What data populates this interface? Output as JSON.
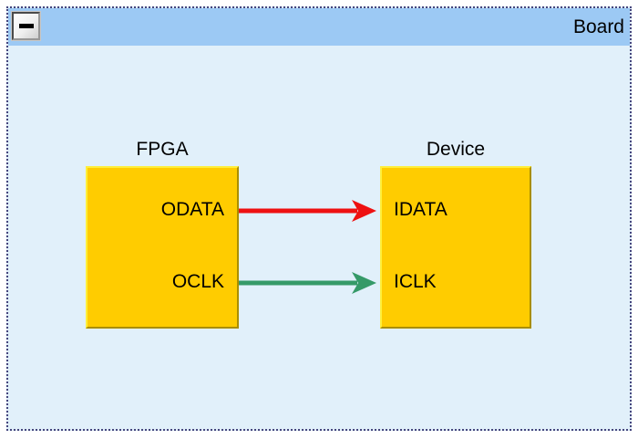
{
  "window": {
    "title": "Board",
    "collapse_icon": "minus-icon"
  },
  "diagram": {
    "blocks": [
      {
        "id": "fpga",
        "label": "FPGA",
        "ports": [
          {
            "name": "ODATA",
            "side": "right"
          },
          {
            "name": "OCLK",
            "side": "right"
          }
        ]
      },
      {
        "id": "device",
        "label": "Device",
        "ports": [
          {
            "name": "IDATA",
            "side": "left"
          },
          {
            "name": "ICLK",
            "side": "left"
          }
        ]
      }
    ],
    "connections": [
      {
        "from": "FPGA.ODATA",
        "to": "Device.IDATA",
        "color": "#ee1111"
      },
      {
        "from": "FPGA.OCLK",
        "to": "Device.ICLK",
        "color": "#359a68"
      }
    ]
  },
  "colors": {
    "header": "#9cc9f4",
    "canvas": "#e1f0fa",
    "border_dots": "#45457d",
    "block_fill": "#ffcc00",
    "block_highlight": "#ffef3a",
    "block_shadow": "#a98e00",
    "arrow_data": "#ee1111",
    "arrow_clock": "#359a68"
  }
}
